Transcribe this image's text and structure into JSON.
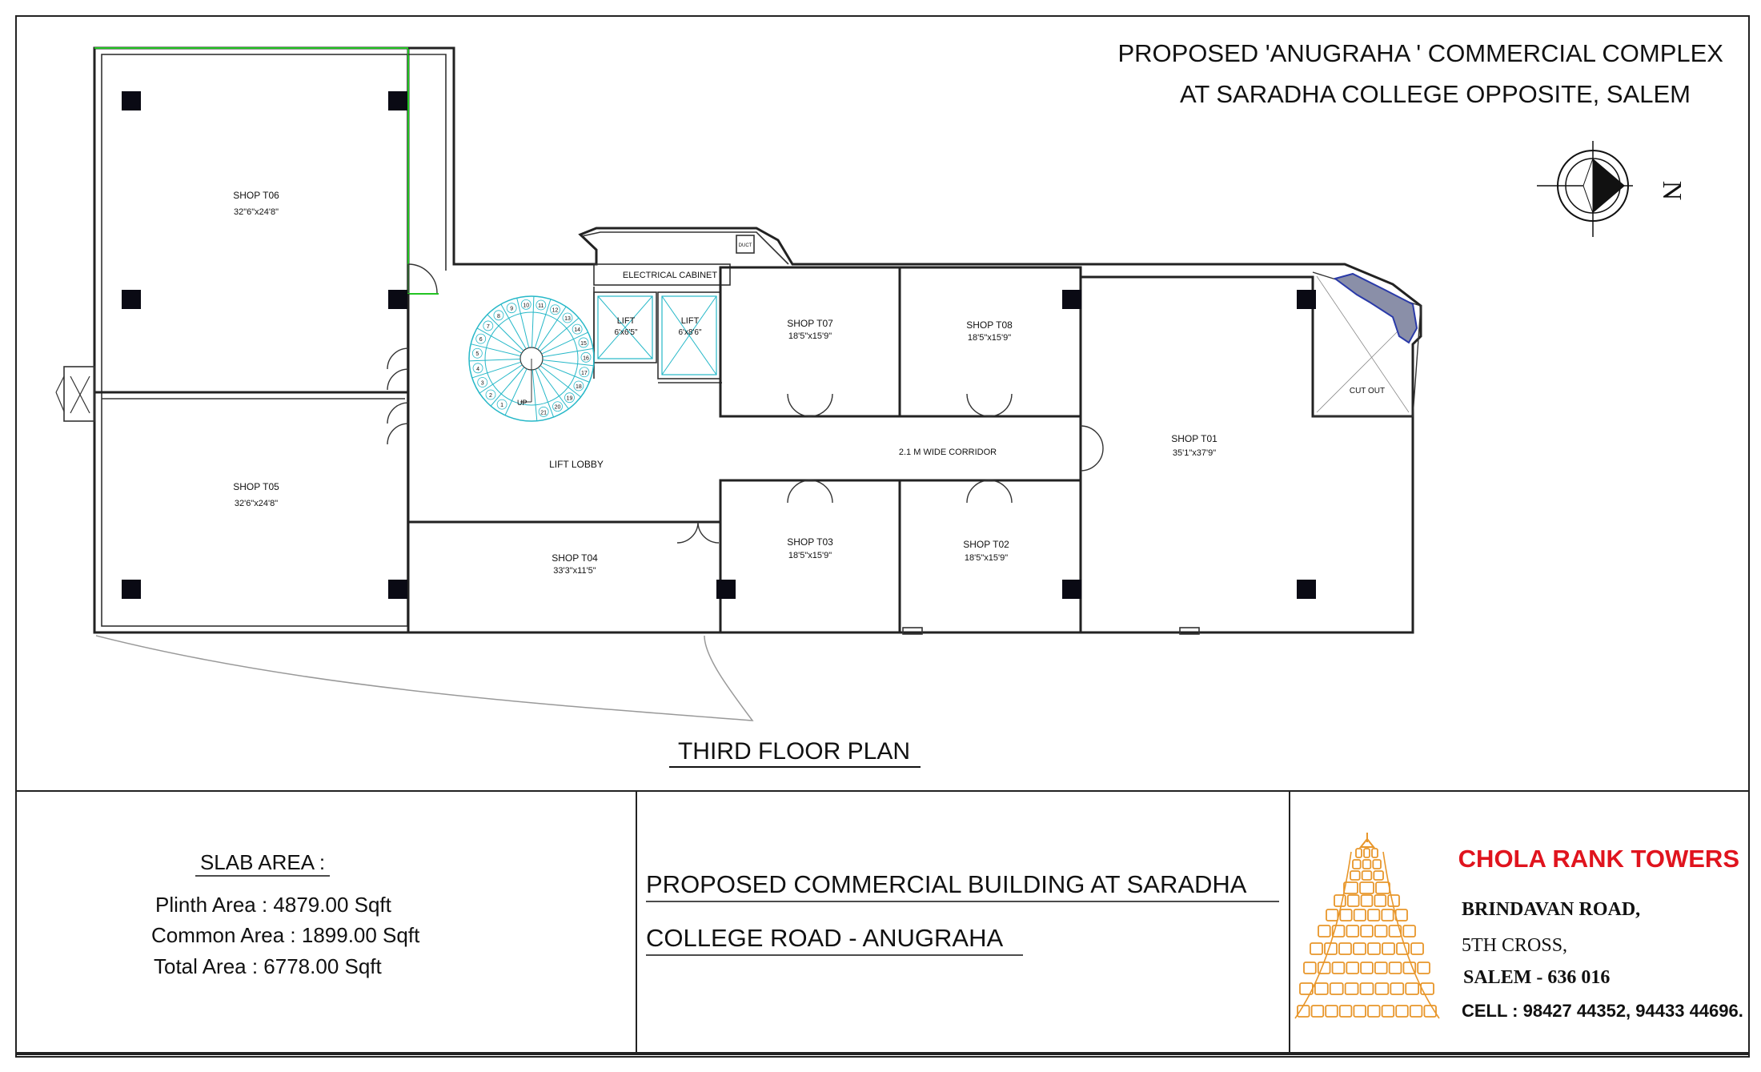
{
  "header": {
    "title_line1": "PROPOSED 'ANUGRAHA ' COMMERCIAL COMPLEX",
    "title_line2": "AT SARADHA COLLEGE OPPOSITE, SALEM",
    "north_label": "N"
  },
  "plan": {
    "caption": "THIRD FLOOR PLAN",
    "rooms": {
      "t06": {
        "name": "SHOP T06",
        "dim": "32\"6\"x24'8\""
      },
      "t05": {
        "name": "SHOP T05",
        "dim": "32'6\"x24'8\""
      },
      "t04": {
        "name": "SHOP T04",
        "dim": "33'3\"x11'5\""
      },
      "t07": {
        "name": "SHOP T07",
        "dim": "18'5\"x15'9\""
      },
      "t08": {
        "name": "SHOP T08",
        "dim": "18'5\"x15'9\""
      },
      "t03": {
        "name": "SHOP T03",
        "dim": "18'5\"x15'9\""
      },
      "t02": {
        "name": "SHOP T02",
        "dim": "18'5\"x15'9\""
      },
      "t01": {
        "name": "SHOP T01",
        "dim": "35'1\"x37'9\""
      }
    },
    "lift1": {
      "name": "LIFT",
      "dim": "6'x6'5\""
    },
    "lift2": {
      "name": "LIFT",
      "dim": "6'x8'6\""
    },
    "electrical": "ELECTRICAL CABINET",
    "duct": "DUCT",
    "lift_lobby": "LIFT LOBBY",
    "corridor": "2.1 M WIDE CORRIDOR",
    "cut_out": "CUT OUT",
    "stair_up": "UP",
    "stair_steps": [
      "1",
      "2",
      "3",
      "4",
      "5",
      "6",
      "7",
      "8",
      "9",
      "10",
      "11",
      "12",
      "13",
      "14",
      "15",
      "16",
      "17",
      "18",
      "19",
      "20",
      "21"
    ]
  },
  "slab": {
    "heading": "SLAB AREA :",
    "plinth": "Plinth Area : 4879.00 Sqft",
    "common": "Common Area : 1899.00 Sqft",
    "total": "Total Area : 6778.00 Sqft"
  },
  "project": {
    "line1": "PROPOSED COMMERCIAL BUILDING AT SARADHA",
    "line2": "COLLEGE ROAD - ANUGRAHA"
  },
  "firm": {
    "name": "CHOLA RANK TOWERS",
    "addr1": "BRINDAVAN ROAD,",
    "addr2": "5TH CROSS,",
    "addr3": "SALEM - 636 016",
    "cell": "CELL : 98427 44352, 94433 44696.",
    "name_color": "#e0141e",
    "logo_color": "#e8962a"
  },
  "colors": {
    "stair": "#26b8c8",
    "hatch": "#2a3aa8",
    "green_edge": "#22c422"
  }
}
